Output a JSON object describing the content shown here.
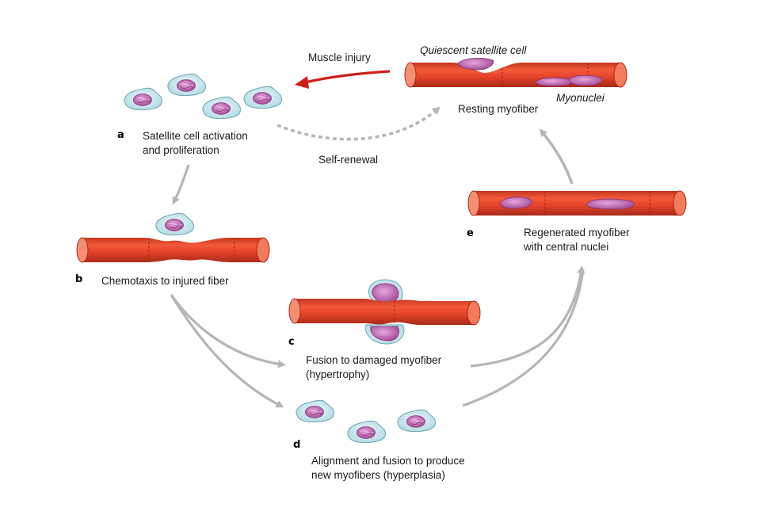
{
  "labels": {
    "muscle_injury": "Muscle injury",
    "quiescent": "Quiescent satellite cell",
    "myonuclei": "Myonuclei",
    "resting": "Resting myofiber",
    "self_renewal": "Self-renewal",
    "a_line1": "Satellite cell activation",
    "a_line2": "and proliferation",
    "b_text": "Chemotaxis to injured fiber",
    "c_line1": "Fusion to damaged myofiber",
    "c_line2": "(hypertrophy)",
    "d_line1": "Alignment and fusion to produce",
    "d_line2": "new myofibers (hyperplasia)",
    "e_line1": "Regenerated myofiber",
    "e_line2": "with central nuclei"
  },
  "letters": {
    "a": "a",
    "b": "b",
    "c": "c",
    "d": "d",
    "e": "e"
  },
  "colors": {
    "fiber": "#e8452c",
    "fiber_dark": "#b8301c",
    "fiber_light": "#f47a5c",
    "cell": "#cfe9f0",
    "cell_edge": "#6fa9b8",
    "nucleus": "#b65ba8",
    "nucleus_light": "#d58ccb",
    "injury_arrow": "#cc1f1a",
    "gray_arrow": "#b5b5b5"
  }
}
